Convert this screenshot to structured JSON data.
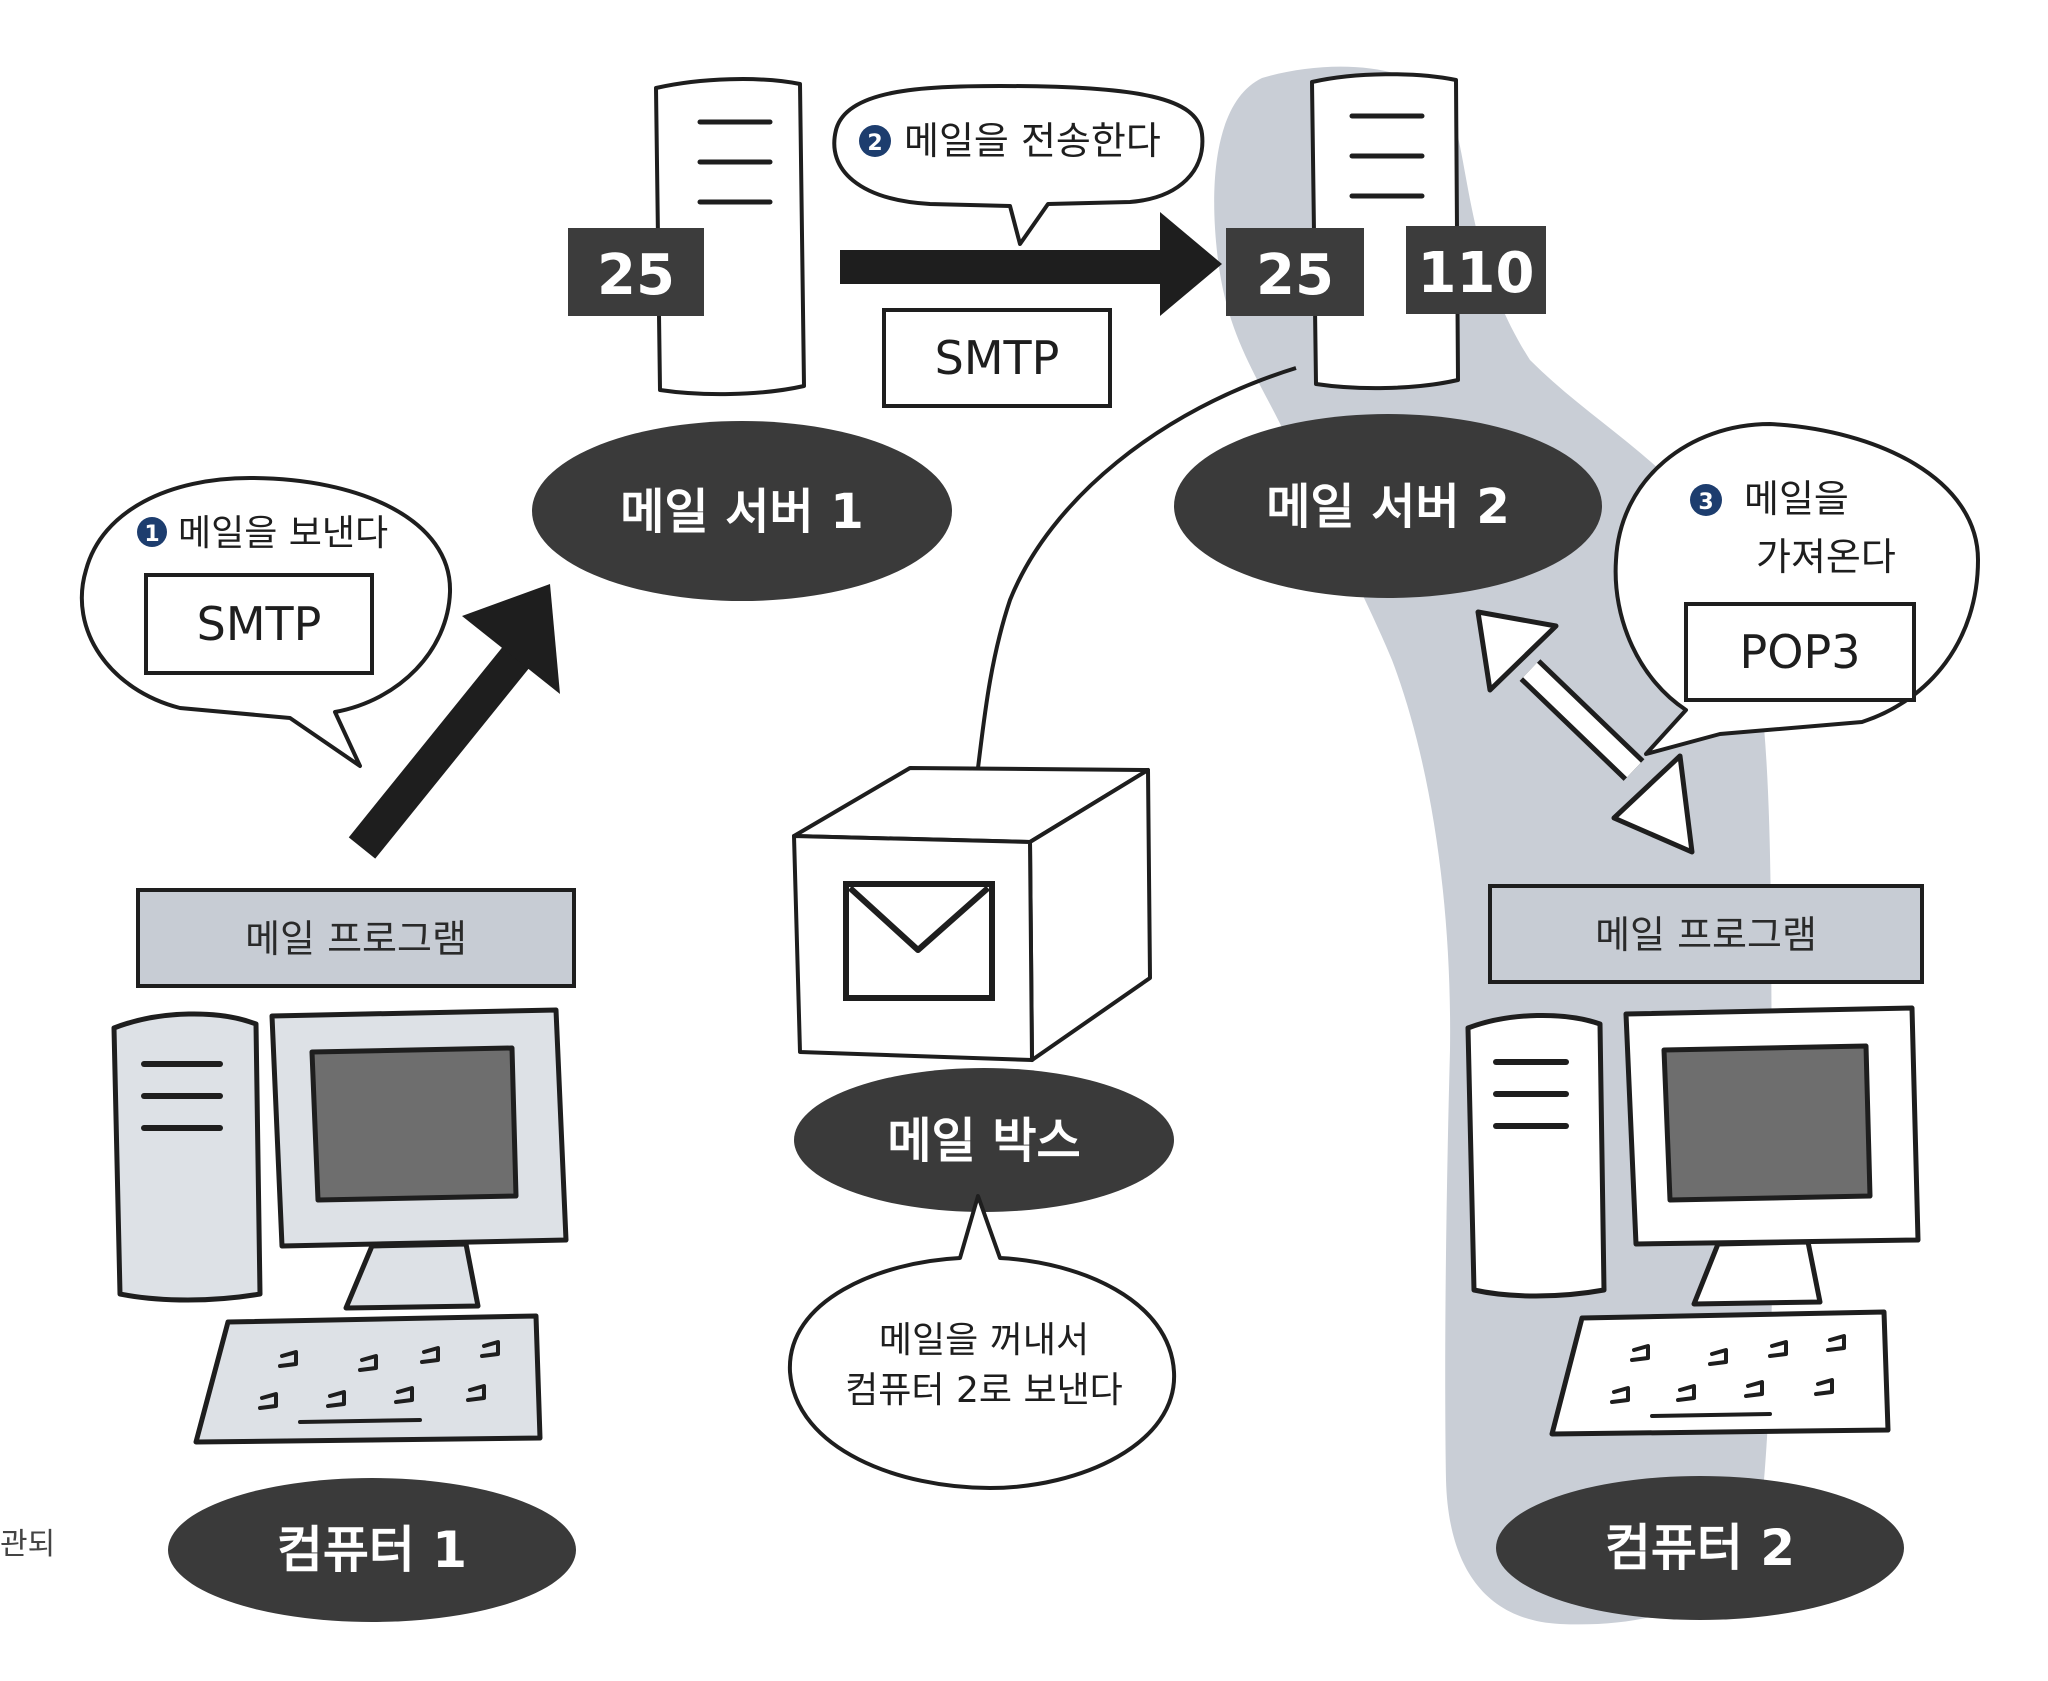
{
  "colors": {
    "ink": "#1e1e1e",
    "label_fill": "#3a3a3a",
    "port_fill": "#3c3c3c",
    "highlight_region": "#c9ced6",
    "monitor_screen": "#6e6e6e",
    "step_badge": "#1d3d6e",
    "program_bar": "#c7ccd4",
    "paper": "#ffffff"
  },
  "icons": [
    "server-icon",
    "desktop-computer-icon",
    "mailbox-icon",
    "envelope-icon",
    "keyboard-icon"
  ],
  "steps": [
    {
      "number": "1",
      "text": "메일을 보낸다",
      "protocol": "SMTP"
    },
    {
      "number": "2",
      "text": "메일을 전송한다",
      "protocol": "SMTP"
    },
    {
      "number": "3",
      "text_line1": "메일을",
      "text_line2": "가져온다",
      "protocol": "POP3"
    }
  ],
  "servers": {
    "server1": {
      "label": "메일 서버 1",
      "port": "25"
    },
    "server2": {
      "label": "메일 서버 2",
      "port_smtp": "25",
      "port_pop3": "110"
    }
  },
  "mailbox": {
    "label": "메일 박스",
    "note_line1": "메일을 꺼내서",
    "note_line2": "컴퓨터 2로 보낸다"
  },
  "computers": {
    "computer1": {
      "label": "컴퓨터 1",
      "program": "메일 프로그램"
    },
    "computer2": {
      "label": "컴퓨터 2",
      "program": "메일 프로그램"
    }
  },
  "margin_text": "관되"
}
